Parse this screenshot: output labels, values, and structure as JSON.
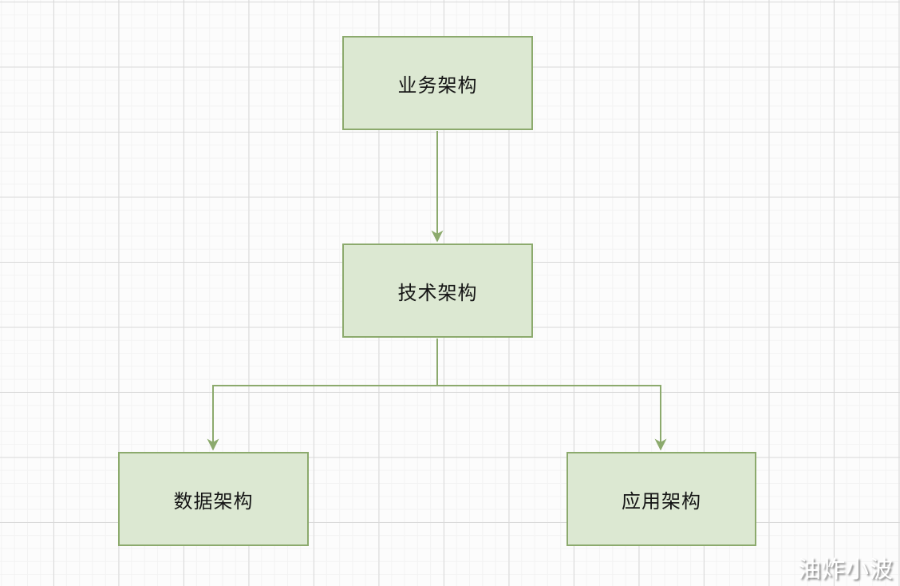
{
  "diagram": {
    "title": "architecture-hierarchy-flowchart",
    "nodes": [
      {
        "id": "business",
        "label": "业务架构"
      },
      {
        "id": "technical",
        "label": "技术架构"
      },
      {
        "id": "data",
        "label": "数据架构"
      },
      {
        "id": "application",
        "label": "应用架构"
      }
    ],
    "edges": [
      {
        "from": "business",
        "to": "technical"
      },
      {
        "from": "technical",
        "to": "data"
      },
      {
        "from": "technical",
        "to": "application"
      }
    ],
    "colors": {
      "node_fill": "#dce8d2",
      "node_border": "#8caa6d",
      "edge": "#8caa6d",
      "text": "#161616",
      "grid_minor": "#f3f3f3",
      "grid_major": "#d9d9d9",
      "background": "#fcfcfc"
    }
  },
  "watermark": {
    "text": "油炸小波"
  }
}
